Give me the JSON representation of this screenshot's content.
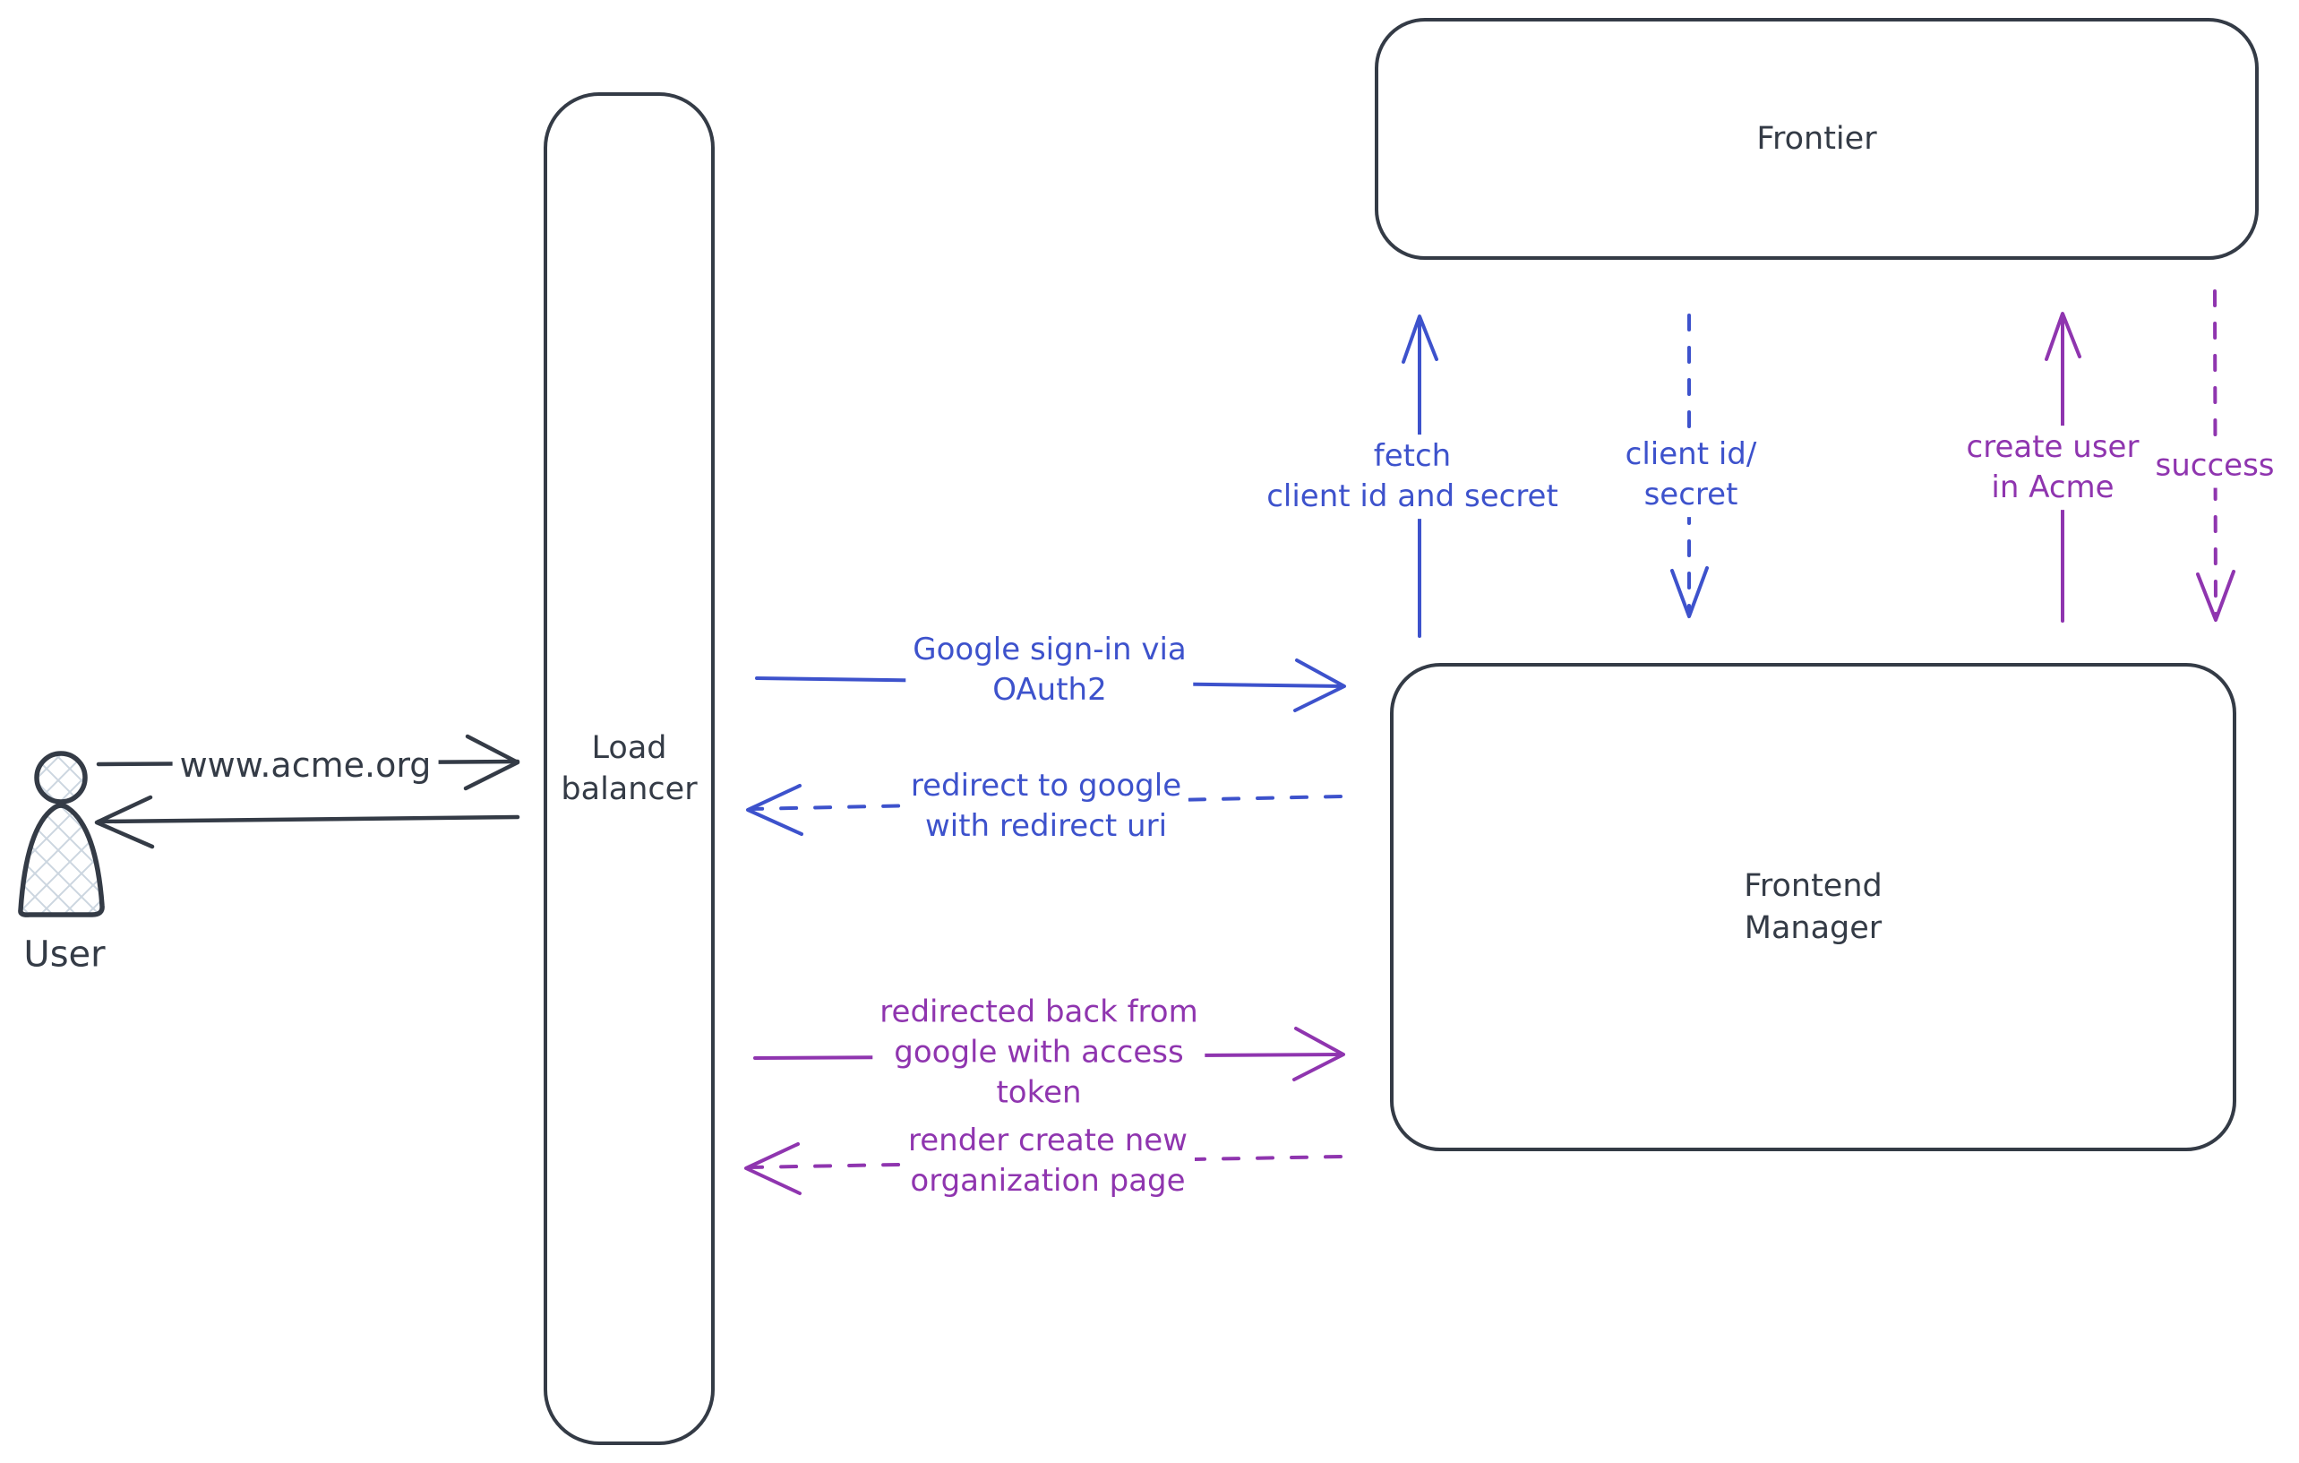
{
  "colors": {
    "background": "#ffffff",
    "ink": "#343b46",
    "blue": "#3d52cc",
    "purple": "#8f35af",
    "hatch": "#ccd6e0"
  },
  "nodes": {
    "user": {
      "label": "User",
      "shape": "person"
    },
    "load_balancer": {
      "label": "Load\nbalancer",
      "shape": "rounded-rectangle"
    },
    "frontier": {
      "label": "Frontier",
      "shape": "rounded-rectangle"
    },
    "frontend_manager": {
      "label": "Frontend\nManager",
      "shape": "rounded-rectangle"
    }
  },
  "edges": {
    "www_acme": {
      "label": "www.acme.org",
      "style": "solid",
      "direction": "right",
      "color": "ink",
      "from": "user",
      "to": "load_balancer"
    },
    "return_to_user": {
      "label": "",
      "style": "solid",
      "direction": "left",
      "color": "ink",
      "from": "load_balancer",
      "to": "user"
    },
    "google_signin": {
      "label": "Google sign-in via\nOAuth2",
      "style": "solid",
      "direction": "right",
      "color": "blue",
      "from": "load_balancer",
      "to": "frontend_manager"
    },
    "redirect_google": {
      "label": "redirect to google\nwith redirect uri",
      "style": "dashed",
      "direction": "left",
      "color": "blue",
      "from": "frontend_manager",
      "to": "load_balancer"
    },
    "redirected_back": {
      "label": "redirected back from\ngoogle with access\ntoken",
      "style": "solid",
      "direction": "right",
      "color": "purple",
      "from": "load_balancer",
      "to": "frontend_manager"
    },
    "render_org_page": {
      "label": "render create new\norganization page",
      "style": "dashed",
      "direction": "left",
      "color": "purple",
      "from": "frontend_manager",
      "to": "load_balancer"
    },
    "fetch_client": {
      "label": "fetch\nclient id and secret",
      "style": "solid",
      "direction": "up",
      "color": "blue",
      "from": "frontend_manager",
      "to": "frontier"
    },
    "client_id_secret": {
      "label": "client id/\nsecret",
      "style": "dashed",
      "direction": "down",
      "color": "blue",
      "from": "frontier",
      "to": "frontend_manager"
    },
    "create_user": {
      "label": "create user\nin Acme",
      "style": "solid",
      "direction": "up",
      "color": "purple",
      "from": "frontend_manager",
      "to": "frontier"
    },
    "success": {
      "label": "success",
      "style": "dashed",
      "direction": "down",
      "color": "purple",
      "from": "frontier",
      "to": "frontend_manager"
    }
  }
}
